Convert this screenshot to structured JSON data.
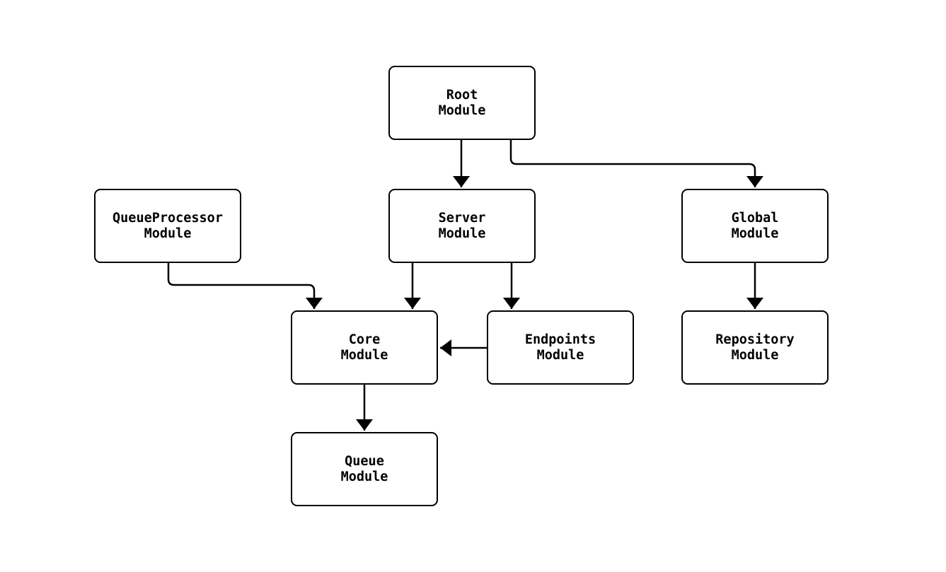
{
  "diagram": {
    "type": "module-dependency-graph",
    "background_color": "#ffffff",
    "node_fill_color": "#ffffff",
    "line_color": "#000000",
    "text_color": "#000000",
    "nodes": {
      "root": {
        "label": "Root\nModule"
      },
      "queue_processor": {
        "label": "QueueProcessor\nModule"
      },
      "server": {
        "label": "Server\nModule"
      },
      "global": {
        "label": "Global\nModule"
      },
      "core": {
        "label": "Core\nModule"
      },
      "endpoints": {
        "label": "Endpoints\nModule"
      },
      "repository": {
        "label": "Repository\nModule"
      },
      "queue": {
        "label": "Queue\nModule"
      }
    },
    "edges": [
      {
        "from": "Root Module",
        "to": "Server Module"
      },
      {
        "from": "Root Module",
        "to": "Global Module"
      },
      {
        "from": "QueueProcessor Module",
        "to": "Core Module"
      },
      {
        "from": "Server Module",
        "to": "Core Module"
      },
      {
        "from": "Server Module",
        "to": "Endpoints Module"
      },
      {
        "from": "Endpoints Module",
        "to": "Core Module"
      },
      {
        "from": "Global Module",
        "to": "Repository Module"
      },
      {
        "from": "Core Module",
        "to": "Queue Module"
      }
    ]
  }
}
